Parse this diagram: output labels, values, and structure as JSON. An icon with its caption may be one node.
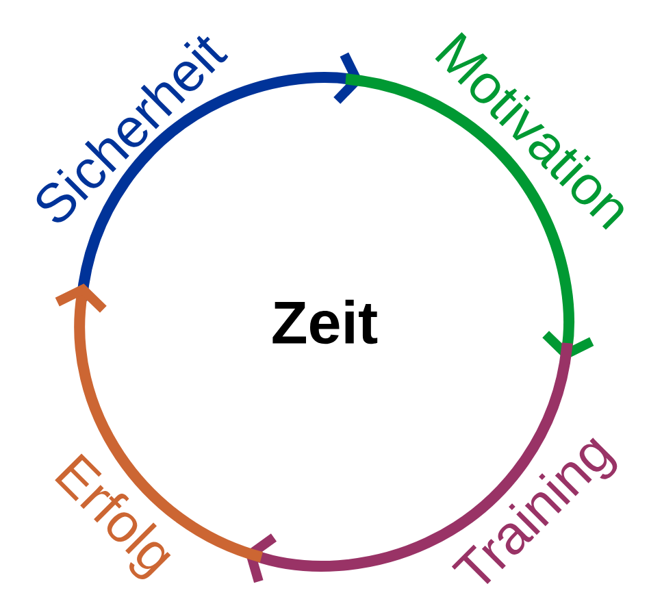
{
  "diagram": {
    "nodes": [
      {
        "text": [
          "Zeit"
        ]
      },
      {
        "text": [
          "Sicherheit"
        ]
      },
      {
        "text": [
          "Motivation"
        ]
      },
      {
        "text": [
          "Training"
        ]
      },
      {
        "text": [
          "Erfolg"
        ]
      }
    ],
    "edges": [
      {
        "from": 1,
        "to": 2,
        "arrow": "to",
        "color": "#003399"
      },
      {
        "from": 2,
        "to": 3,
        "arrow": "to",
        "color": "#009933"
      },
      {
        "from": 3,
        "to": 4,
        "arrow": "to",
        "color": "#993366"
      },
      {
        "from": 4,
        "to": 1,
        "arrow": "to",
        "color": "#cc6633"
      }
    ]
  }
}
